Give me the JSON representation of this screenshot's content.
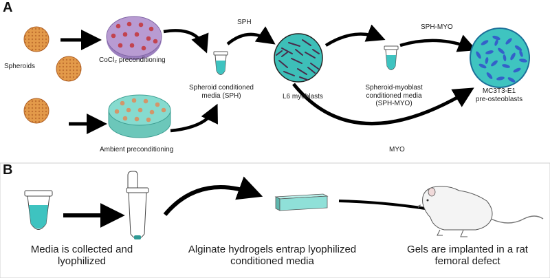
{
  "panels": {
    "a": "A",
    "b": "B"
  },
  "panel_a": {
    "spheroids": "Spheroids",
    "cocl2": "CoCl₂ preconditioning",
    "ambient": "Ambient preconditioning",
    "sph_media_l1": "Spheroid conditioned",
    "sph_media_l2": "media (SPH)",
    "l6": "L6 myoblasts",
    "sphmyo_l1": "Spheroid-myoblast",
    "sphmyo_l2": "conditioned media",
    "sphmyo_l3": "(SPH-MYO)",
    "mc3t3_l1": "MC3T3-E1",
    "mc3t3_l2": "pre-osteoblasts",
    "arrow_sph": "SPH",
    "arrow_sphmyo": "SPH-MYO",
    "arrow_myo": "MYO"
  },
  "panel_b": {
    "step1_l1": "Media is collected and",
    "step1_l2": "lyophilized",
    "step2_l1": "Alginate hydrogels entrap lyophilized",
    "step2_l2": "conditioned media",
    "step3_l1": "Gels are implanted in a rat",
    "step3_l2": "femoral defect"
  },
  "colors": {
    "spheroid": "#e39a4a",
    "cocl2_disc": "#b89bd2",
    "ambient_disc": "#86dbcf",
    "media": "#3ec3c0",
    "myoblast_bg": "#3dbfb8",
    "osteoblast_bg": "#3fc4c0",
    "osteoblast_cell": "#3461c9",
    "hydrogel": "#8fe0d8"
  }
}
